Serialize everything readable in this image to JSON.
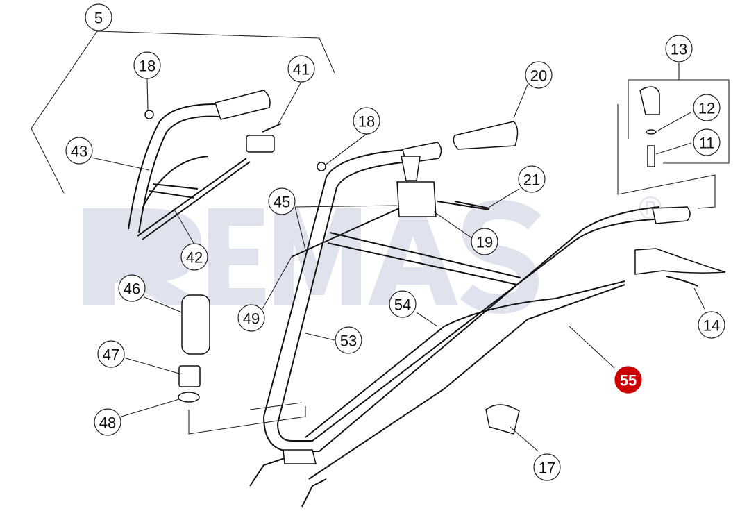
{
  "watermark": {
    "text": "REMAS",
    "registered": "®",
    "color": "#dfe3ee"
  },
  "highlight_color": "#cc0000",
  "labels": [
    {
      "id": "5",
      "text": "5"
    },
    {
      "id": "18a",
      "text": "18"
    },
    {
      "id": "41",
      "text": "41"
    },
    {
      "id": "43",
      "text": "43"
    },
    {
      "id": "42",
      "text": "42"
    },
    {
      "id": "46",
      "text": "46"
    },
    {
      "id": "47",
      "text": "47"
    },
    {
      "id": "48",
      "text": "48"
    },
    {
      "id": "45",
      "text": "45"
    },
    {
      "id": "49",
      "text": "49"
    },
    {
      "id": "53",
      "text": "53"
    },
    {
      "id": "18b",
      "text": "18"
    },
    {
      "id": "20",
      "text": "20"
    },
    {
      "id": "21",
      "text": "21"
    },
    {
      "id": "19",
      "text": "19"
    },
    {
      "id": "54",
      "text": "54"
    },
    {
      "id": "13",
      "text": "13"
    },
    {
      "id": "12",
      "text": "12"
    },
    {
      "id": "11",
      "text": "11"
    },
    {
      "id": "14",
      "text": "14"
    },
    {
      "id": "55",
      "text": "55",
      "highlighted": true
    },
    {
      "id": "17",
      "text": "17"
    }
  ]
}
